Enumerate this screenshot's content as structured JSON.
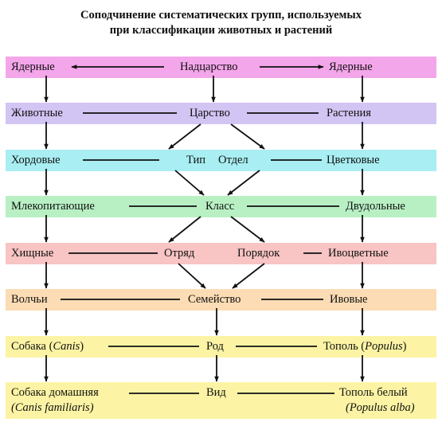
{
  "title": {
    "line1": "Соподчинение систематических групп, используемых",
    "line2": "при классификации животных и растений"
  },
  "bands": [
    {
      "color": "#f4a6ea"
    },
    {
      "color": "#d2c4f3"
    },
    {
      "color": "#a8eef2"
    },
    {
      "color": "#b8f0c4"
    },
    {
      "color": "#f8c4c4"
    },
    {
      "color": "#fcdcb4"
    },
    {
      "color": "#fcf4a4"
    },
    {
      "color": "#fcf4a4"
    }
  ],
  "left": {
    "r0": "Ядерные",
    "r1": "Животные",
    "r2": "Хордовые",
    "r3": "Млекопитающие",
    "r4": "Хищные",
    "r5": "Волчьи",
    "r6_main": "Собака (",
    "r6_latin": "Canis",
    "r6_close": ")",
    "r7_main": "Собака домашняя",
    "r7_latin": "(Canis familiaris)"
  },
  "center": {
    "r0": "Надцарство",
    "r1": "Царство",
    "r2a": "Тип",
    "r2b": "Отдел",
    "r3": "Класс",
    "r4a": "Отряд",
    "r4b": "Порядок",
    "r5": "Семейство",
    "r6": "Род",
    "r7": "Вид"
  },
  "right": {
    "r0": "Ядерные",
    "r1": "Растения",
    "r2": "Цветковые",
    "r3": "Двудольные",
    "r4": "Ивоцветные",
    "r5": "Ивовые",
    "r6_main": "Тополь (",
    "r6_latin": "Populus",
    "r6_close": ")",
    "r7_main": "Тополь белый",
    "r7_latin": "(Populus alba)"
  }
}
